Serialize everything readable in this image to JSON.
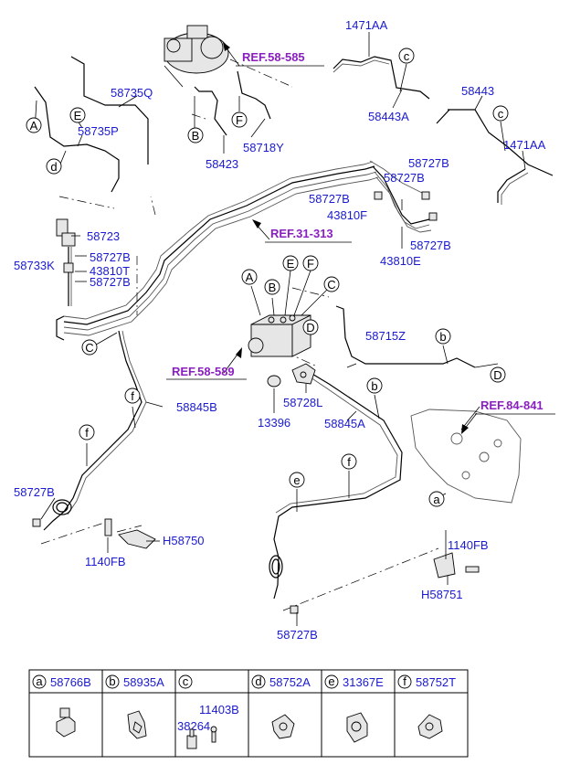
{
  "refs": {
    "r58585": "REF.58-585",
    "r31313": "REF.31-313",
    "r58589": "REF.58-589",
    "r84841": "REF.84-841"
  },
  "parts": {
    "p1471AA_a": "1471AA",
    "p58735Q": "58735Q",
    "p58443A": "58443A",
    "p58443": "58443",
    "p58735P": "58735P",
    "p58718Y": "58718Y",
    "p58423": "58423",
    "p1471AA_b": "1471AA",
    "p58727B_1": "58727B",
    "p58727B_2": "58727B",
    "p58727B_3": "58727B",
    "p43810F": "43810F",
    "p58727B_4": "58727B",
    "p43810E": "43810E",
    "p58723": "58723",
    "p58727B_5": "58727B",
    "p58733K": "58733K",
    "p43810T": "43810T",
    "p58727B_6": "58727B",
    "p58715Z": "58715Z",
    "p58845B": "58845B",
    "p58728L": "58728L",
    "p13396": "13396",
    "p58845A": "58845A",
    "p58727B_7": "58727B",
    "pH58750": "H58750",
    "p1140FB_a": "1140FB",
    "p1140FB_b": "1140FB",
    "pH58751": "H58751",
    "p58727B_8": "58727B"
  },
  "callouts": {
    "A": "A",
    "B": "B",
    "C": "C",
    "D": "D",
    "E": "E",
    "F": "F",
    "a": "a",
    "b": "b",
    "c": "c",
    "d": "d",
    "e": "e",
    "f": "f"
  },
  "legend": [
    {
      "letter": "a",
      "part": "58766B"
    },
    {
      "letter": "b",
      "part": "58935A"
    },
    {
      "letter": "c",
      "part": "",
      "sub1": "11403B",
      "sub2": "38264"
    },
    {
      "letter": "d",
      "part": "58752A"
    },
    {
      "letter": "e",
      "part": "31367E"
    },
    {
      "letter": "f",
      "part": "58752T"
    }
  ]
}
